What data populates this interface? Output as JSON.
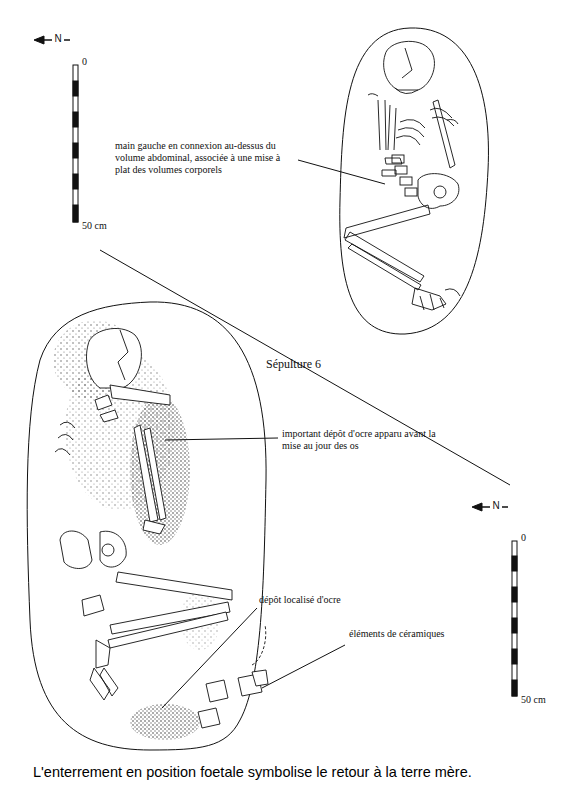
{
  "diagram": {
    "caption": "L'enterrement en position foetale symbolise le retour à la terre mère.",
    "labels": [
      "N",
      "0",
      "50 cm",
      "main gauche en connexion au-dessus du volume abdominal, associée à une mise à plat des volumes corporels",
      "Sépulture 6",
      "important dépôt d'ocre apparu avant la mise au jour des os",
      "dépôt localisé d'ocre",
      "éléments de céramiques",
      "N",
      "0",
      "50 cm"
    ]
  }
}
